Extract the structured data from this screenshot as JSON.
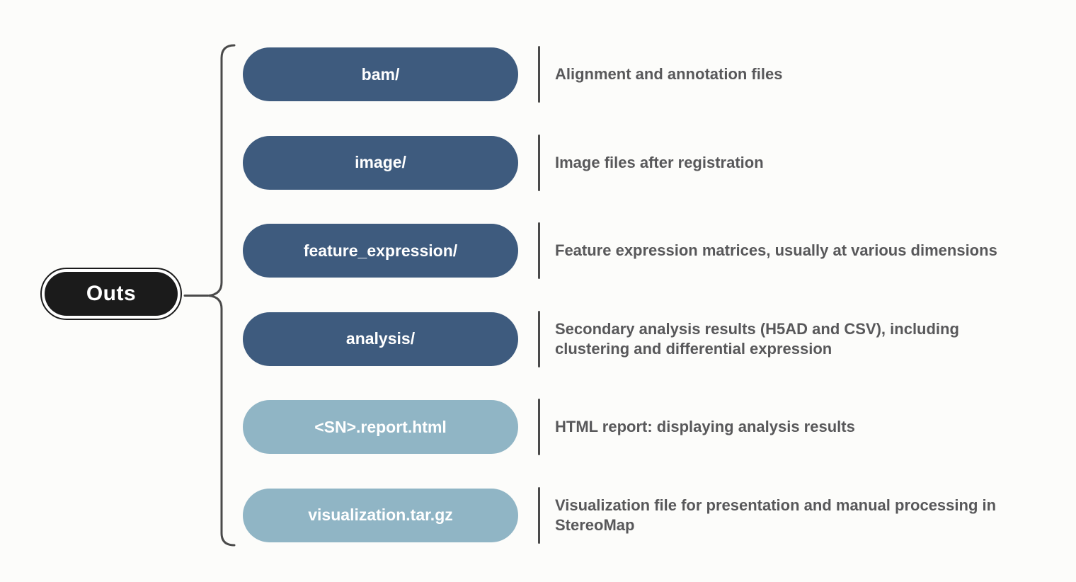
{
  "colors": {
    "dark_pill": "#3e5b7e",
    "light_pill": "#90b5c5",
    "desc_text": "#58585a",
    "line": "#4a4a4a",
    "root_fill": "#1b1b1b",
    "background": "#fcfcfa"
  },
  "root": {
    "label": "Outs"
  },
  "rows": [
    {
      "label": "bam/",
      "variant": "dark",
      "description": "Alignment and annotation files"
    },
    {
      "label": "image/",
      "variant": "dark",
      "description": "Image files after registration"
    },
    {
      "label": "feature_expression/",
      "variant": "dark",
      "description": "Feature expression matrices, usually at various dimensions"
    },
    {
      "label": "analysis/",
      "variant": "dark",
      "description": "Secondary analysis results (H5AD and CSV), including clustering and differential expression"
    },
    {
      "label": "<SN>.report.html",
      "variant": "light",
      "description": "HTML report: displaying analysis results"
    },
    {
      "label": "visualization.tar.gz",
      "variant": "light",
      "description": "Visualization file for presentation and manual processing in StereoMap"
    }
  ]
}
